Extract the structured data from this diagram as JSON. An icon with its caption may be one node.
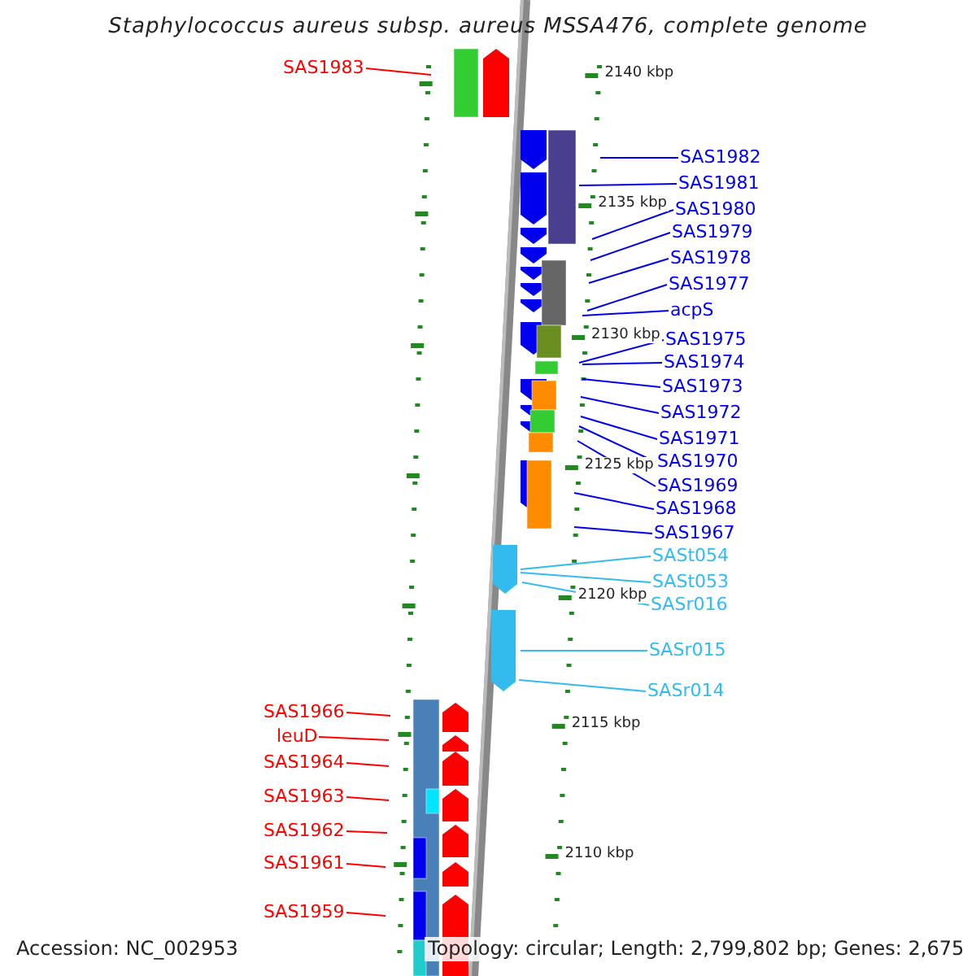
{
  "diagram": {
    "title": "Staphylococcus aureus subsp. aureus MSSA476, complete genome",
    "nodes": [
      {
        "text": [
          "SAS1983"
        ]
      },
      {
        "text": [
          "SAS1982"
        ]
      },
      {
        "text": [
          "SAS1981"
        ]
      },
      {
        "text": [
          "SAS1980"
        ]
      },
      {
        "text": [
          "SAS1979"
        ]
      },
      {
        "text": [
          "SAS1978"
        ]
      },
      {
        "text": [
          "SAS1977"
        ]
      },
      {
        "text": [
          "acpS"
        ]
      },
      {
        "text": [
          "SAS1975"
        ]
      },
      {
        "text": [
          "SAS1974"
        ]
      },
      {
        "text": [
          "SAS1973"
        ]
      },
      {
        "text": [
          "SAS1972"
        ]
      },
      {
        "text": [
          "SAS1971"
        ]
      },
      {
        "text": [
          "SAS1970"
        ]
      },
      {
        "text": [
          "SAS1969"
        ]
      },
      {
        "text": [
          "SAS1968"
        ]
      },
      {
        "text": [
          "SAS1967"
        ]
      },
      {
        "text": [
          "SASt054"
        ]
      },
      {
        "text": [
          "SASt053"
        ]
      },
      {
        "text": [
          "SASr016"
        ]
      },
      {
        "text": [
          "SASr015"
        ]
      },
      {
        "text": [
          "SASr014"
        ]
      },
      {
        "text": [
          "SAS1966"
        ]
      },
      {
        "text": [
          "leuD"
        ]
      },
      {
        "text": [
          "SAS1964"
        ]
      },
      {
        "text": [
          "SAS1963"
        ]
      },
      {
        "text": [
          "SAS1962"
        ]
      },
      {
        "text": [
          "SAS1961"
        ]
      },
      {
        "text": [
          "SAS1959"
        ]
      }
    ],
    "edges": [
      {
        "from": 0,
        "to": null,
        "arrow": "none",
        "color": "#ff0000"
      },
      {
        "from": 1,
        "to": null,
        "arrow": "none"
      },
      {
        "from": 2,
        "to": null,
        "arrow": "none"
      },
      {
        "from": 3,
        "to": null,
        "arrow": "none"
      },
      {
        "from": 4,
        "to": null,
        "arrow": "none"
      },
      {
        "from": 5,
        "to": null,
        "arrow": "none"
      },
      {
        "from": 6,
        "to": null,
        "arrow": "none"
      },
      {
        "from": 7,
        "to": null,
        "arrow": "none"
      },
      {
        "from": 8,
        "to": null,
        "arrow": "none"
      },
      {
        "from": 9,
        "to": null,
        "arrow": "none"
      },
      {
        "from": 10,
        "to": null,
        "arrow": "none"
      },
      {
        "from": 11,
        "to": null,
        "arrow": "none"
      },
      {
        "from": 12,
        "to": null,
        "arrow": "none"
      },
      {
        "from": 13,
        "to": null,
        "arrow": "none"
      },
      {
        "from": 14,
        "to": null,
        "arrow": "none"
      },
      {
        "from": 15,
        "to": null,
        "arrow": "none"
      },
      {
        "from": 16,
        "to": null,
        "arrow": "none"
      },
      {
        "from": 17,
        "to": null,
        "arrow": "none",
        "color": "#33bbee"
      },
      {
        "from": 18,
        "to": null,
        "arrow": "none",
        "color": "#33bbee"
      },
      {
        "from": 19,
        "to": null,
        "arrow": "none",
        "color": "#33bbee"
      },
      {
        "from": 20,
        "to": null,
        "arrow": "none",
        "color": "#33bbee"
      },
      {
        "from": 21,
        "to": null,
        "arrow": "none",
        "color": "#33bbee"
      },
      {
        "from": 22,
        "to": null,
        "arrow": "none",
        "color": "#ff0000"
      },
      {
        "from": 23,
        "to": null,
        "arrow": "none",
        "color": "#ff0000"
      },
      {
        "from": 24,
        "to": null,
        "arrow": "none",
        "color": "#ff0000"
      },
      {
        "from": 25,
        "to": null,
        "arrow": "none",
        "color": "#ff0000"
      },
      {
        "from": 26,
        "to": null,
        "arrow": "none",
        "color": "#ff0000"
      },
      {
        "from": 27,
        "to": null,
        "arrow": "none",
        "color": "#ff0000"
      },
      {
        "from": 28,
        "to": null,
        "arrow": "none",
        "color": "#ff0000"
      }
    ],
    "labels": [
      "2140 kbp",
      "2135 kbp",
      "2130 kbp",
      "2125 kbp",
      "2120 kbp",
      "2115 kbp",
      "2110 kbp",
      "Accession: NC_002953",
      "Topology: circular; Length: 2,799,802 bp; Genes: 2,675"
    ]
  }
}
